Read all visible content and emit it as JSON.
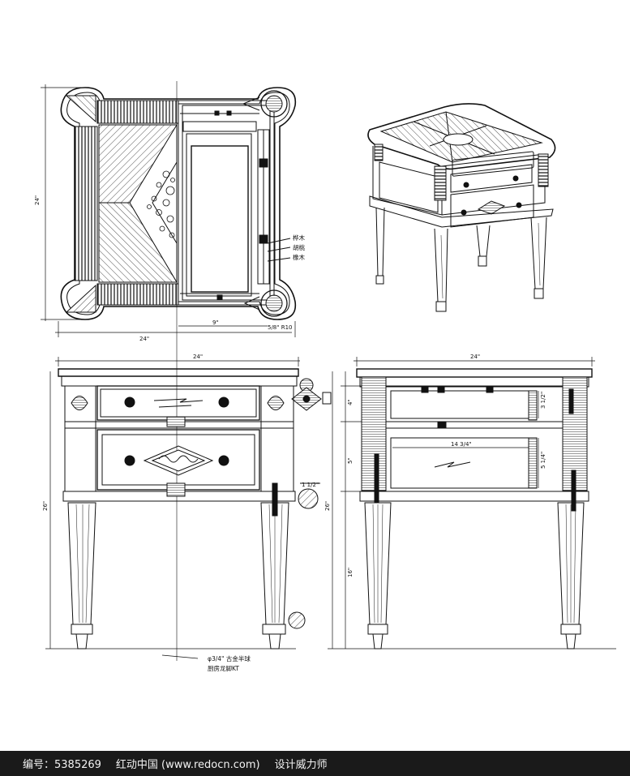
{
  "dimensions": {
    "top_width": "24\"",
    "top_depth": "24\"",
    "top_drawer_width": "9\"",
    "corner_note": "5/8\" R10",
    "front_width": "24\"",
    "front_height": "26\"",
    "side_width": "24\"",
    "side_height": "26\"",
    "drawer_inner_width": "14 3/4\"",
    "drawer_top_h": "4\"",
    "drawer_bottom_h": "5\"",
    "leg_h": "16\"",
    "leg_dia": "1 1/2\"",
    "right_drawer_top_h": "3 1/2\"",
    "right_drawer_bottom_h": "5 1/4\""
  },
  "materials": [
    "桦木",
    "胡桃",
    "橡木"
  ],
  "notes": {
    "hardware_line1": "φ3/4\" 古金半球",
    "hardware_line2": "厨房龙脚KT"
  },
  "footer": {
    "id_label": "编号：5385269",
    "site": "红动中国 (www.redocn.com)",
    "author": "设计威力师"
  }
}
